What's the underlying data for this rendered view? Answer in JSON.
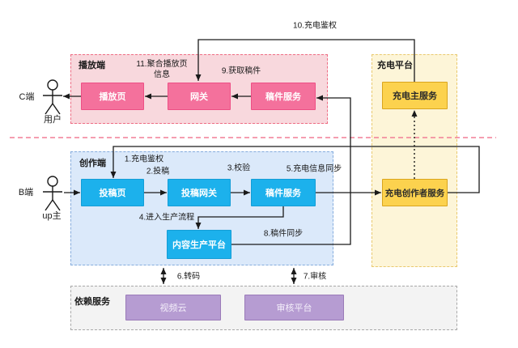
{
  "groups": {
    "playback": {
      "label": "播放端"
    },
    "creation": {
      "label": "创作端"
    },
    "charging": {
      "label": "充电平台"
    },
    "deps": {
      "label": "依赖服务"
    }
  },
  "nodes": {
    "play_page": "播放页",
    "gateway": "网关",
    "archive_service_playback": "稿件服务",
    "charge_main_service": "充电主服务",
    "charge_creator_service": "充电创作者服务",
    "submit_page": "投稿页",
    "submit_gateway": "投稿网关",
    "archive_service_creation": "稿件服务",
    "content_production_platform": "内容生产平台",
    "video_cloud": "视频云",
    "review_platform": "审核平台"
  },
  "actors": {
    "c_side": "C端",
    "c_user": "用户",
    "b_side": "B端",
    "b_user": "up主"
  },
  "edge_labels": {
    "e1": "1.充电鉴权",
    "e2": "2.投稿",
    "e3": "3.校验",
    "e4": "4.进入生产流程",
    "e5": "5.充电信息同步",
    "e6": "6.转码",
    "e7": "7.审核",
    "e8": "8.稿件同步",
    "e9": "9.获取稿件",
    "e10": "10.充电鉴权",
    "e11_line1": "11.聚合播放页",
    "e11_line2": "信息"
  },
  "colors": {
    "pink_node": "#f4719c",
    "pink_container": "#f8d8dd",
    "pink_border": "#ee6d84",
    "blue_node": "#1cb1ec",
    "blue_container": "#dbe9fa",
    "blue_border": "#85acdd",
    "yellow_node": "#fcd24e",
    "yellow_container": "#fdf5d8",
    "yellow_border": "#e9c96e",
    "purple_node": "#b69cd2",
    "gray_container": "#f3f3f3",
    "divider_red": "#f27e96",
    "line": "#222222"
  }
}
